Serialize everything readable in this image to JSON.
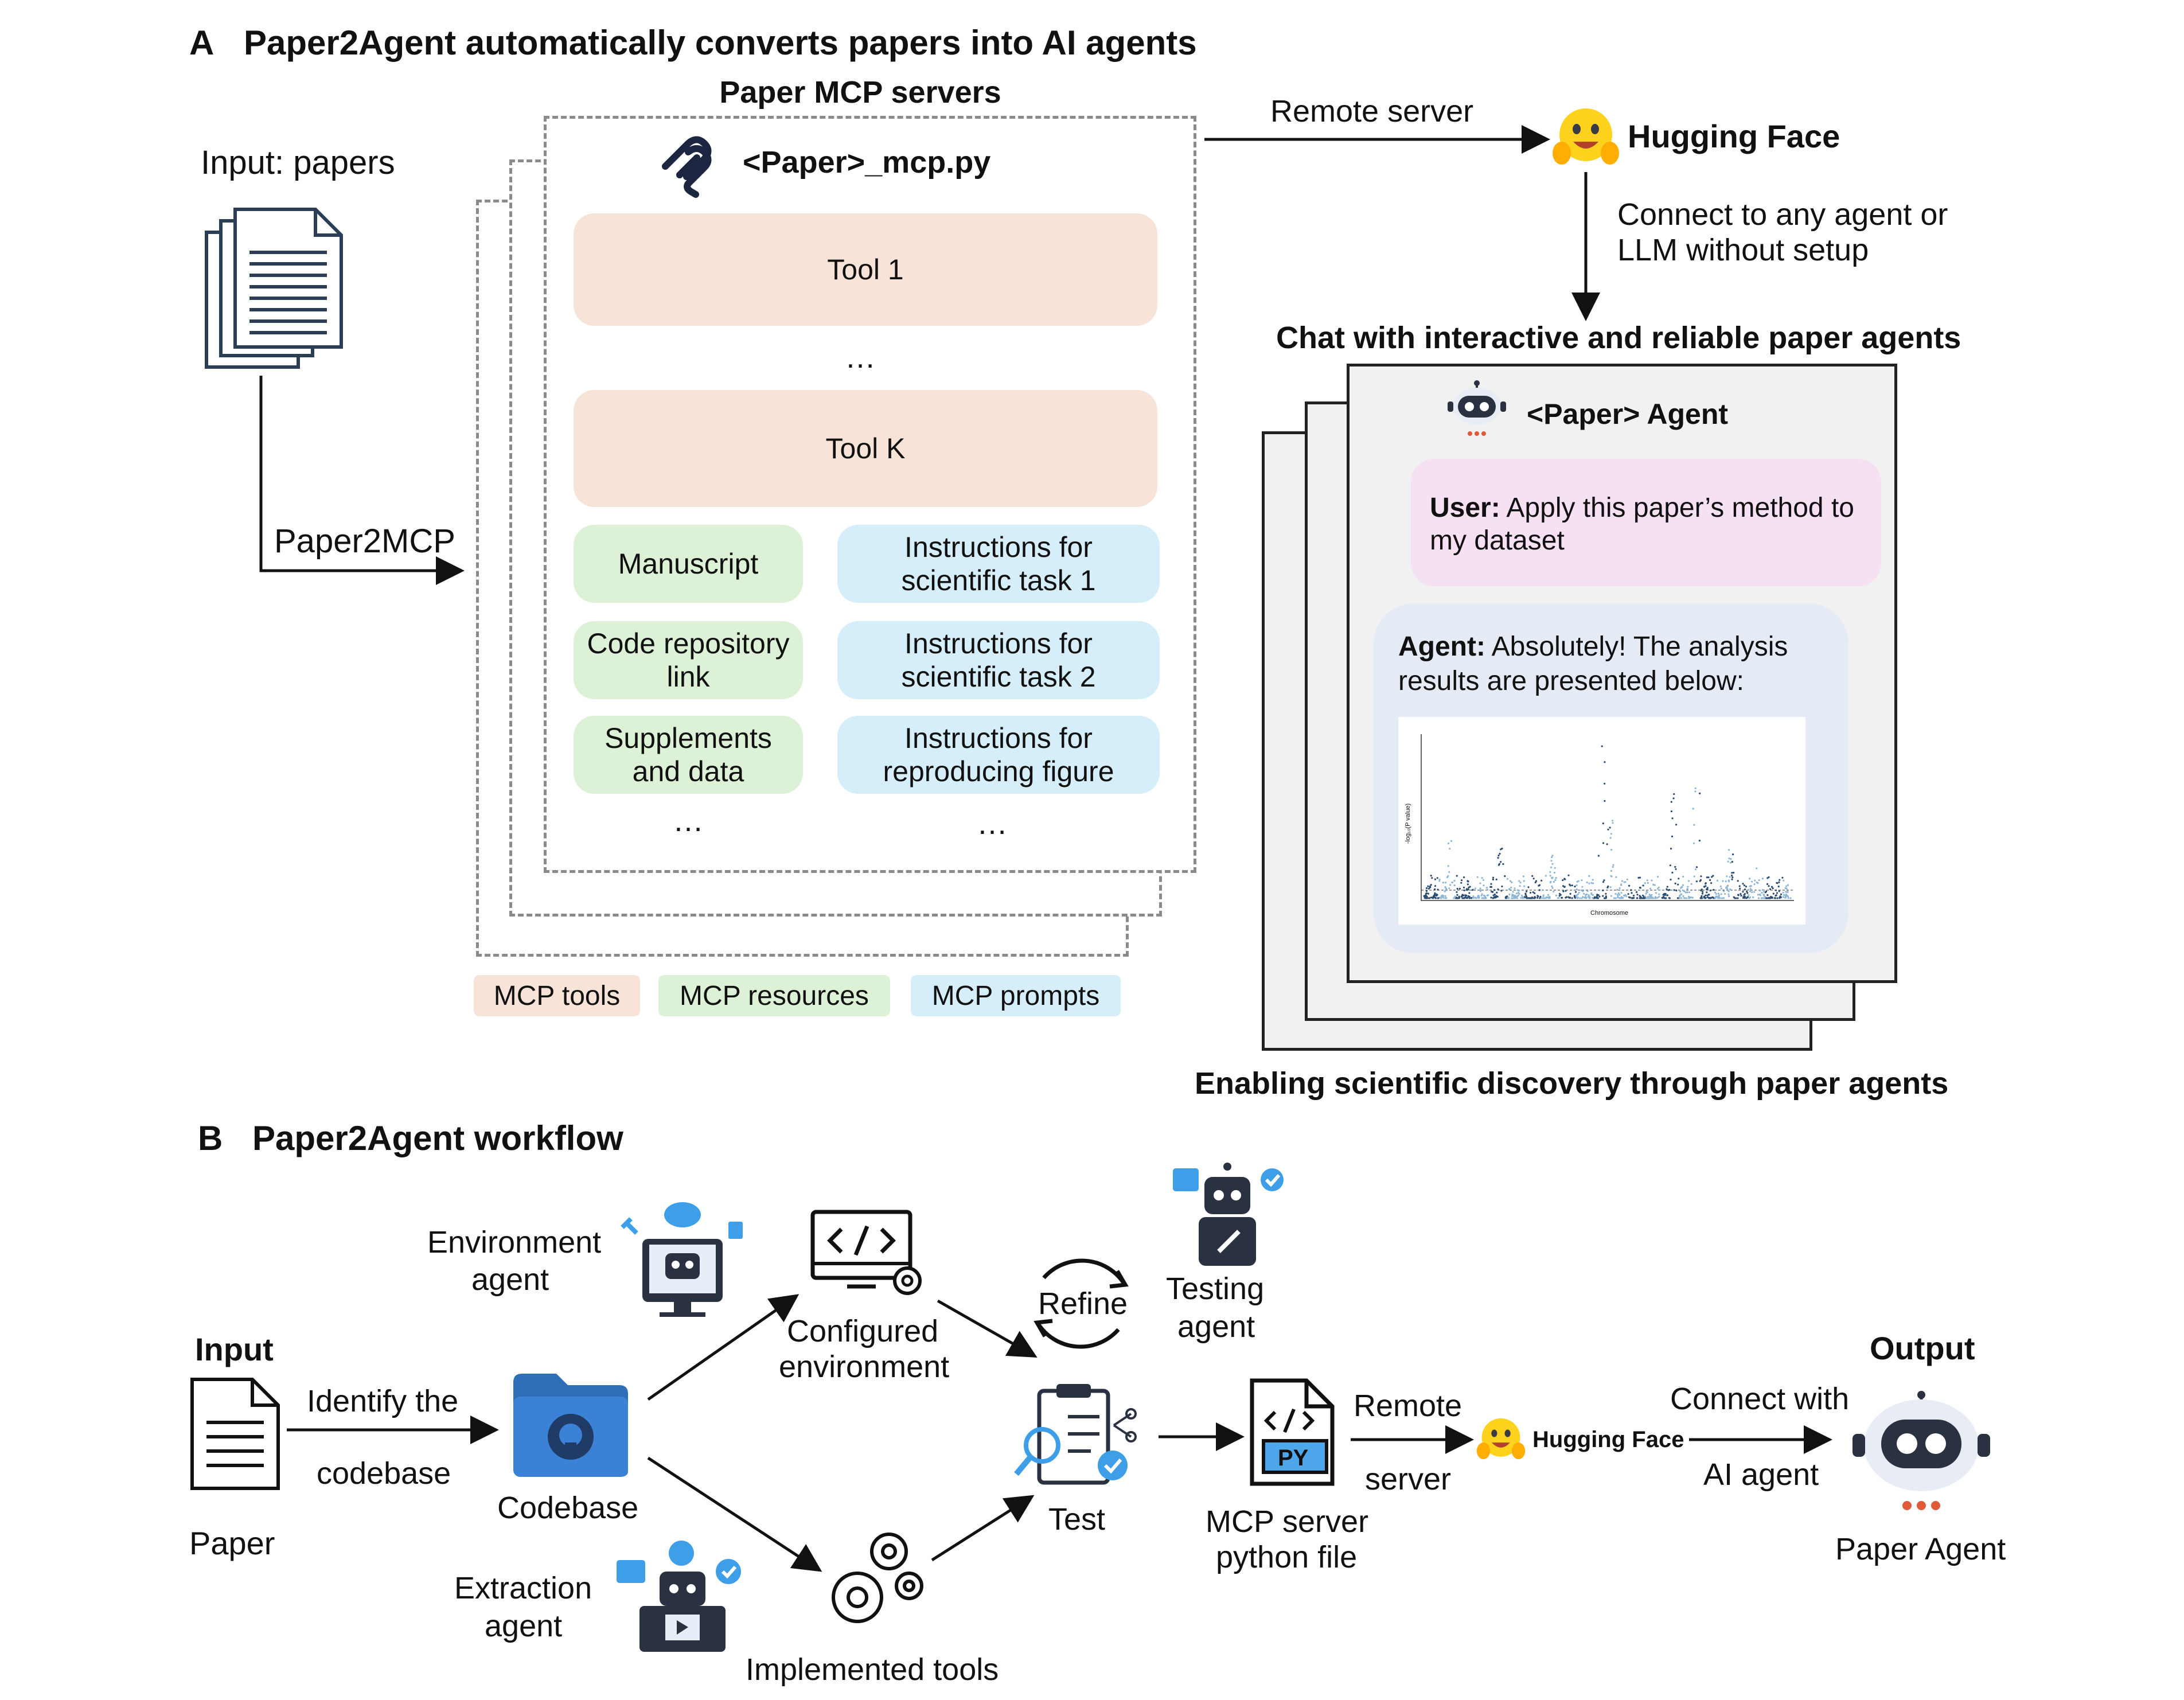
{
  "panelA": {
    "letter": "A",
    "title": "Paper2Agent automatically converts papers into AI agents",
    "input_label": "Input: papers",
    "paper2mcp_label": "Paper2MCP",
    "servers_title": "Paper MCP servers",
    "file_name": "<Paper>_mcp.py",
    "tools": [
      "Tool 1",
      "…",
      "Tool K"
    ],
    "resources": [
      "Manuscript",
      "Code repository link",
      "Supplements and data",
      "…"
    ],
    "prompts": [
      "Instructions for scientific task 1",
      "Instructions for scientific task 2",
      "Instructions for reproducing figure",
      "…"
    ],
    "legend": [
      "MCP tools",
      "MCP resources",
      "MCP prompts"
    ],
    "remote_server": "Remote server",
    "hugging_face": "Hugging Face",
    "connect_text_1": "Connect to any agent or",
    "connect_text_2": "LLM without setup",
    "chat_title": "Chat with interactive and reliable paper agents",
    "agent_name": "<Paper> Agent",
    "user_prefix": "User:",
    "user_text_1": " Apply this paper’s method to",
    "user_text_2": "my dataset",
    "agent_prefix": "Agent:",
    "agent_text_1": " Absolutely! The analysis",
    "agent_text_2": "results are presented below:",
    "bottom_caption": "Enabling scientific discovery through paper agents",
    "plot_xlabel": "Chromosome",
    "plot_ylabel": "-log₁₀(P value)"
  },
  "panelB": {
    "letter": "B",
    "title": "Paper2Agent workflow",
    "input": "Input",
    "paper": "Paper",
    "identify_1": "Identify the",
    "identify_2": "codebase",
    "codebase": "Codebase",
    "env_agent_1": "Environment",
    "env_agent_2": "agent",
    "extraction_agent_1": "Extraction",
    "extraction_agent_2": "agent",
    "configured_1": "Configured",
    "configured_2": "environment",
    "implemented": "Implemented tools",
    "refine": "Refine",
    "testing_agent_1": "Testing",
    "testing_agent_2": "agent",
    "test": "Test",
    "mcp_file_1": "MCP server",
    "mcp_file_2": "python file",
    "py": "PY",
    "remote_1": "Remote",
    "remote_2": "server",
    "hugging_face": "Hugging Face",
    "connect_1": "Connect with",
    "connect_2": "AI agent",
    "output": "Output",
    "paper_agent": "Paper Agent"
  },
  "colors": {
    "tool": "#f8e3d8",
    "resource": "#ddf1d6",
    "prompt": "#d5eef9",
    "user_bubble": "#f6e1f3",
    "agent_bubble": "#e4ebf4",
    "folder_blue": "#3b82d6",
    "icon_blue": "#3f9ee8",
    "robot_dark": "#2a3140"
  },
  "icons": [
    "document-stack-icon",
    "mcp-logo-icon",
    "hugging-face-icon",
    "robot-icon",
    "github-folder-icon",
    "monitor-code-icon",
    "gears-icon",
    "clipboard-test-icon",
    "python-file-icon",
    "refine-cycle-icon"
  ]
}
